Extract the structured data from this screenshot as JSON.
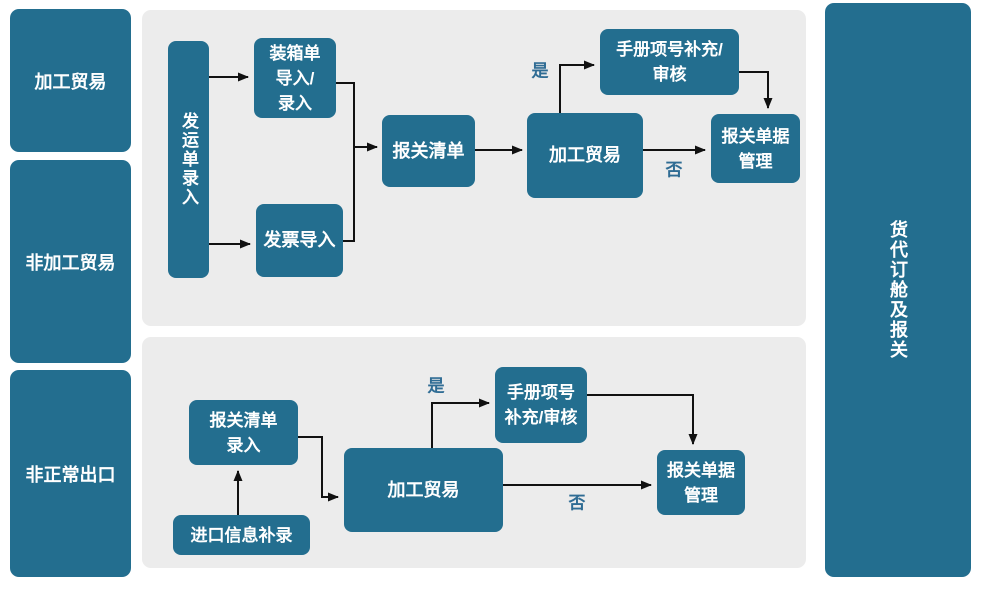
{
  "palette": {
    "node_fill": "#236E8F",
    "panel_fill": "#ECECEC",
    "node_text_color": "#FFFFFF",
    "edge_label_color": "#2F6C94",
    "connector_color": "#111111",
    "background": "#FFFFFF"
  },
  "left_column": {
    "items": [
      {
        "label": "加工贸易"
      },
      {
        "label": "非加工贸易"
      },
      {
        "label": "非正常出口"
      }
    ]
  },
  "right_column": {
    "label": "货代订舱及报关"
  },
  "top_flow": {
    "shipment_entry": {
      "label": "发运单录入"
    },
    "packing_list": {
      "lines": [
        "装箱单",
        "导入/",
        "录入"
      ]
    },
    "invoice_import": {
      "label": "发票导入"
    },
    "declaration_list": {
      "label": "报关清单"
    },
    "processing_trade": {
      "label": "加工贸易"
    },
    "manual_item_supplement": {
      "lines": [
        "手册项号补充/",
        "审核"
      ]
    },
    "declaration_doc_mgmt": {
      "lines": [
        "报关单据",
        "管理"
      ]
    },
    "labels": {
      "yes": "是",
      "no": "否"
    }
  },
  "bottom_flow": {
    "declaration_list_entry": {
      "lines": [
        "报关清单",
        "录入"
      ]
    },
    "import_info_supplement": {
      "label": "进口信息补录"
    },
    "processing_trade": {
      "label": "加工贸易"
    },
    "manual_item_supplement": {
      "lines": [
        "手册项号",
        "补充/审核"
      ]
    },
    "declaration_doc_mgmt": {
      "lines": [
        "报关单据",
        "管理"
      ]
    },
    "labels": {
      "yes": "是",
      "no": "否"
    }
  }
}
